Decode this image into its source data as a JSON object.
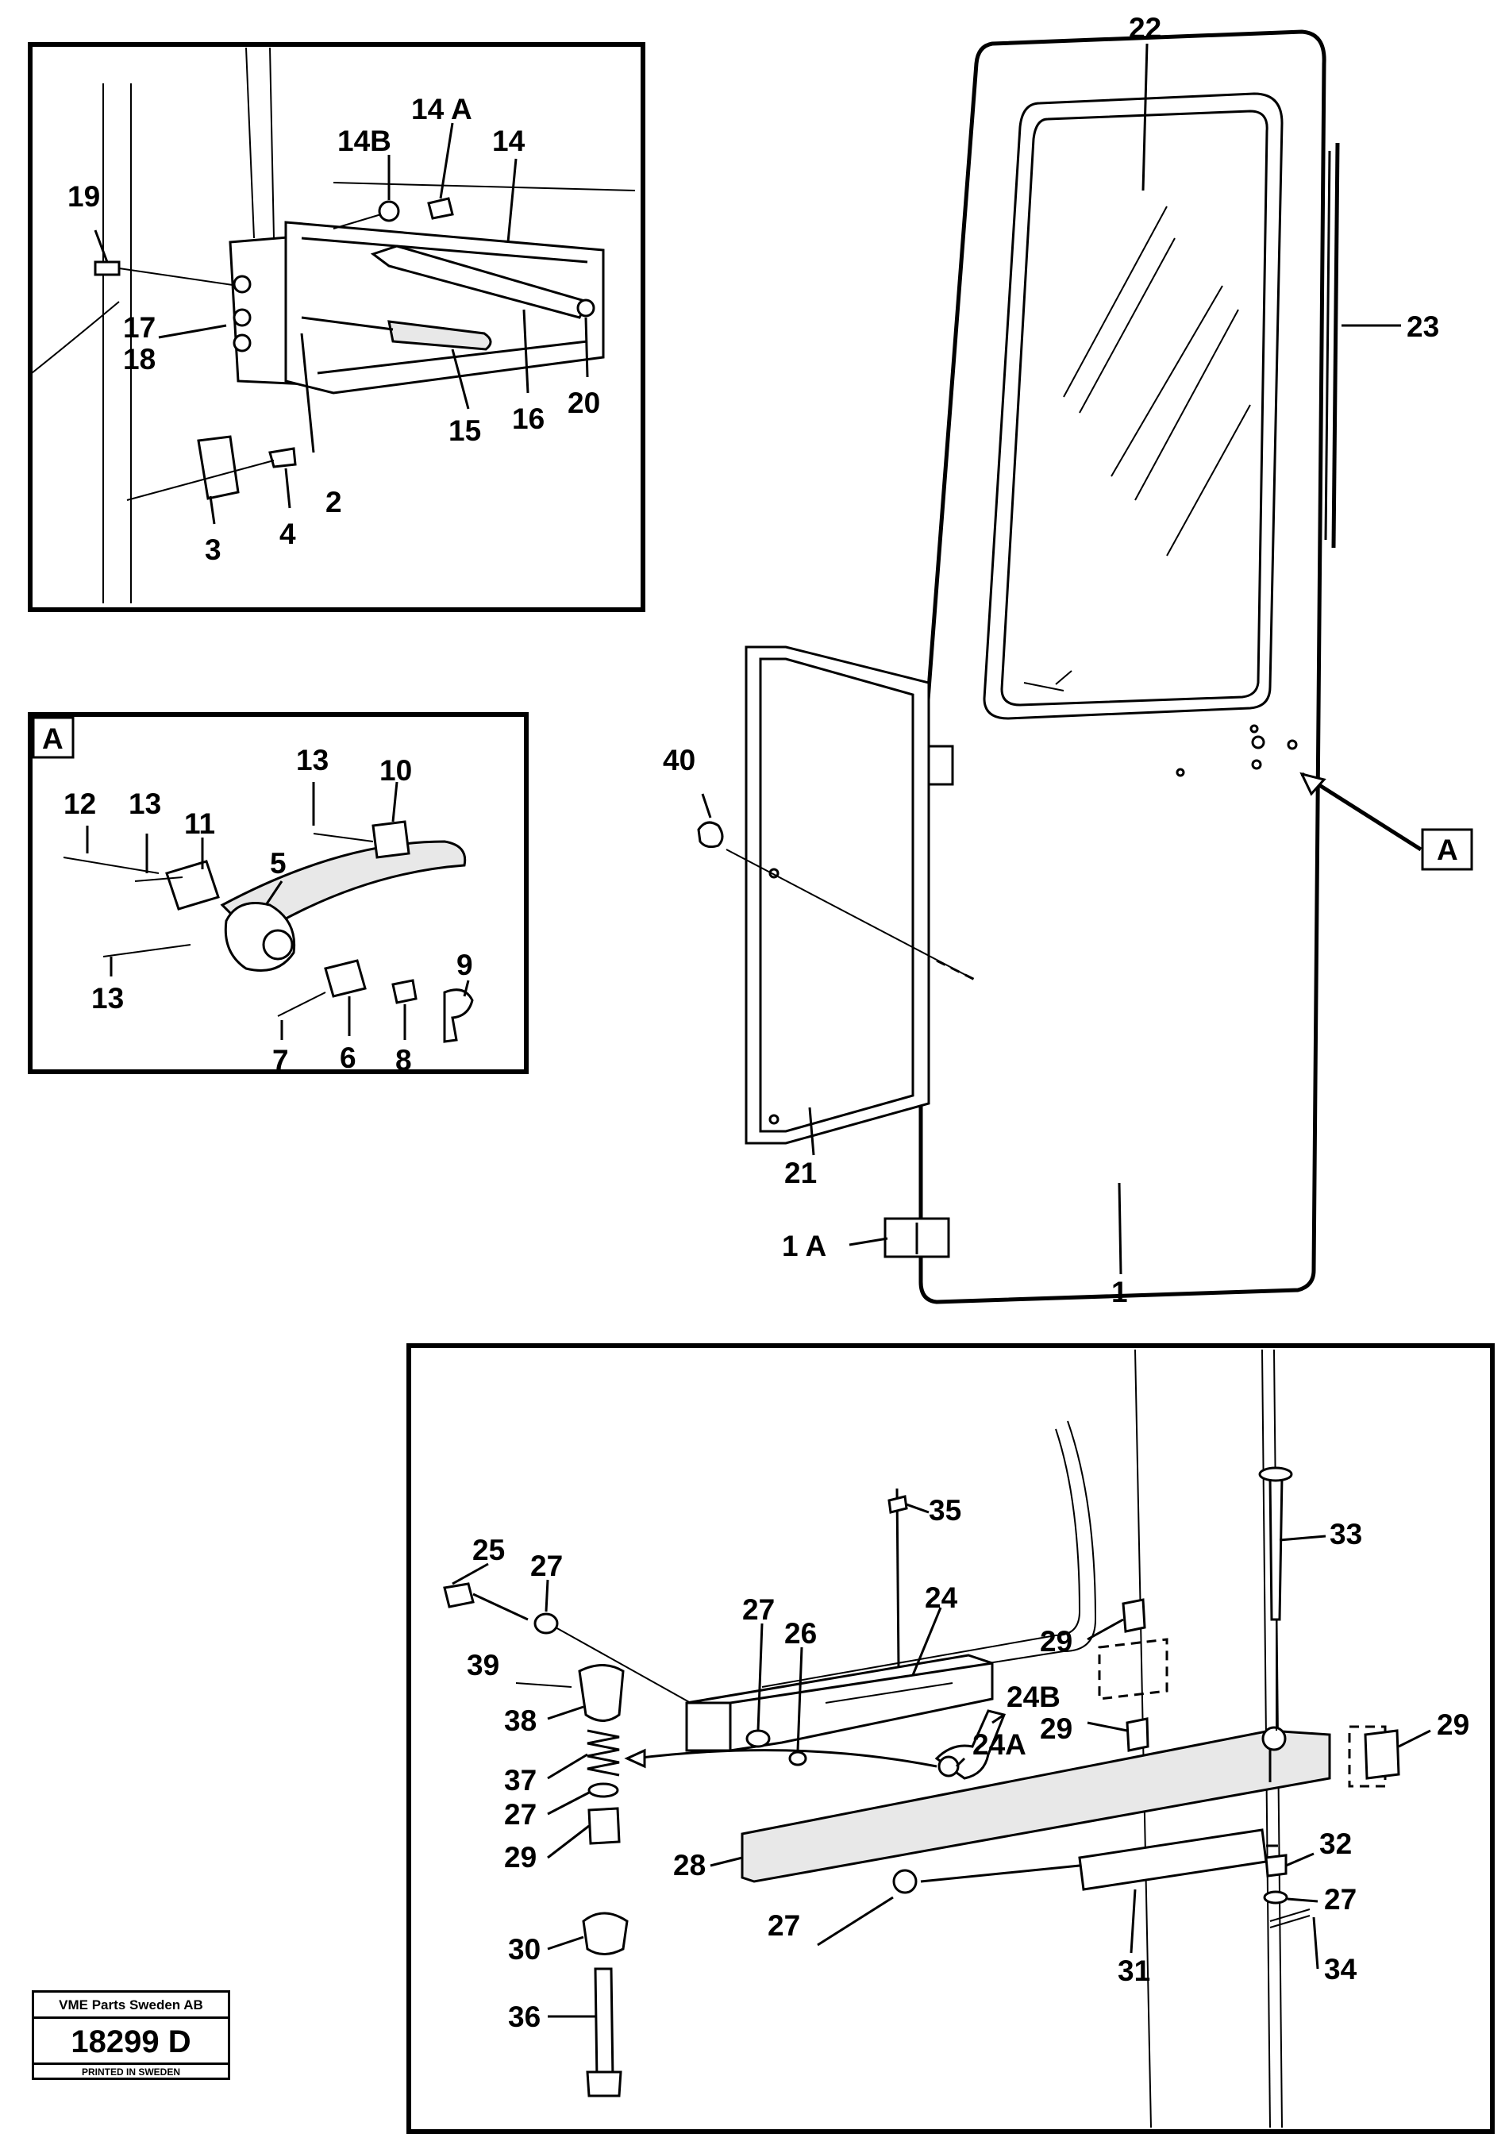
{
  "labels": {
    "l1": "1",
    "l1a": "1 A",
    "l2": "2",
    "l3": "3",
    "l4": "4",
    "l5": "5",
    "l6": "6",
    "l7": "7",
    "l8": "8",
    "l9": "9",
    "l10": "10",
    "l11": "11",
    "l12": "12",
    "l13a": "13",
    "l13b": "13",
    "l13c": "13",
    "l14": "14",
    "l14a": "14 A",
    "l14b": "14B",
    "l15": "15",
    "l16": "16",
    "l17": "17",
    "l18": "18",
    "l19": "19",
    "l20": "20",
    "l21": "21",
    "l22": "22",
    "l23": "23",
    "l24": "24",
    "l24a": "24A",
    "l24b": "24B",
    "l25": "25",
    "l26": "26",
    "l27a": "27",
    "l27b": "27",
    "l27c": "27",
    "l27d": "27",
    "l27e": "27",
    "l28": "28",
    "l29a": "29",
    "l29b": "29",
    "l29c": "29",
    "l29d": "29",
    "l30": "30",
    "l31": "31",
    "l32": "32",
    "l33": "33",
    "l34": "34",
    "l35": "35",
    "l36": "36",
    "l37": "37",
    "l38": "38",
    "l39": "39",
    "l40": "40",
    "detail_a_tag": "A",
    "detail_a_ref": "A"
  },
  "stamp": {
    "company": "VME Parts Sweden AB",
    "number": "18299 D",
    "printed": "PRINTED IN SWEDEN"
  }
}
